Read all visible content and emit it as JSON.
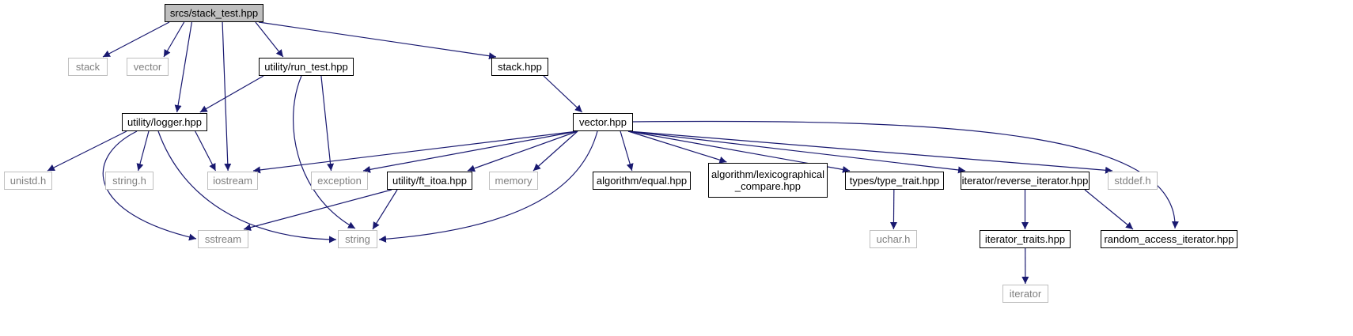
{
  "graph": {
    "colors": {
      "edge": "#191970",
      "root_fill": "#bfbfbf",
      "sys_border": "#bfbfbf",
      "sys_text": "#7f7f7f"
    },
    "nodes": [
      {
        "id": "stack_test",
        "label": "srcs/stack_test.hpp",
        "kind": "root"
      },
      {
        "id": "stack",
        "label": "stack",
        "kind": "sys"
      },
      {
        "id": "vector_std",
        "label": "vector",
        "kind": "sys"
      },
      {
        "id": "run_test",
        "label": "utility/run_test.hpp",
        "kind": "proj"
      },
      {
        "id": "stack_hpp",
        "label": "stack.hpp",
        "kind": "proj"
      },
      {
        "id": "logger",
        "label": "utility/logger.hpp",
        "kind": "proj"
      },
      {
        "id": "vector_hpp",
        "label": "vector.hpp",
        "kind": "proj"
      },
      {
        "id": "unistd",
        "label": "unistd.h",
        "kind": "sys"
      },
      {
        "id": "string_h",
        "label": "string.h",
        "kind": "sys"
      },
      {
        "id": "iostream",
        "label": "iostream",
        "kind": "sys"
      },
      {
        "id": "exception",
        "label": "exception",
        "kind": "sys"
      },
      {
        "id": "ft_itoa",
        "label": "utility/ft_itoa.hpp",
        "kind": "proj"
      },
      {
        "id": "memory",
        "label": "memory",
        "kind": "sys"
      },
      {
        "id": "equal",
        "label": "algorithm/equal.hpp",
        "kind": "proj"
      },
      {
        "id": "lex",
        "label": "algorithm/lexicographical\n_compare.hpp",
        "kind": "proj"
      },
      {
        "id": "type_trait",
        "label": "types/type_trait.hpp",
        "kind": "proj"
      },
      {
        "id": "rev_it",
        "label": "iterator/reverse_iterator.hpp",
        "kind": "proj"
      },
      {
        "id": "stddef",
        "label": "stddef.h",
        "kind": "sys"
      },
      {
        "id": "sstream",
        "label": "sstream",
        "kind": "sys"
      },
      {
        "id": "string",
        "label": "string",
        "kind": "sys"
      },
      {
        "id": "uchar",
        "label": "uchar.h",
        "kind": "sys"
      },
      {
        "id": "it_traits",
        "label": "iterator_traits.hpp",
        "kind": "proj"
      },
      {
        "id": "rai",
        "label": "random_access_iterator.hpp",
        "kind": "proj"
      },
      {
        "id": "iterator",
        "label": "iterator",
        "kind": "sys"
      }
    ],
    "edges": [
      [
        "stack_test",
        "stack"
      ],
      [
        "stack_test",
        "vector_std"
      ],
      [
        "stack_test",
        "run_test"
      ],
      [
        "stack_test",
        "stack_hpp"
      ],
      [
        "stack_test",
        "logger"
      ],
      [
        "stack_test",
        "iostream"
      ],
      [
        "run_test",
        "logger"
      ],
      [
        "run_test",
        "exception"
      ],
      [
        "run_test",
        "string"
      ],
      [
        "stack_hpp",
        "vector_hpp"
      ],
      [
        "logger",
        "unistd"
      ],
      [
        "logger",
        "string_h"
      ],
      [
        "logger",
        "iostream"
      ],
      [
        "logger",
        "sstream"
      ],
      [
        "logger",
        "string"
      ],
      [
        "vector_hpp",
        "iostream"
      ],
      [
        "vector_hpp",
        "exception"
      ],
      [
        "vector_hpp",
        "ft_itoa"
      ],
      [
        "vector_hpp",
        "memory"
      ],
      [
        "vector_hpp",
        "equal"
      ],
      [
        "vector_hpp",
        "lex"
      ],
      [
        "vector_hpp",
        "type_trait"
      ],
      [
        "vector_hpp",
        "rev_it"
      ],
      [
        "vector_hpp",
        "stddef"
      ],
      [
        "vector_hpp",
        "rai"
      ],
      [
        "vector_hpp",
        "string"
      ],
      [
        "ft_itoa",
        "sstream"
      ],
      [
        "ft_itoa",
        "string"
      ],
      [
        "type_trait",
        "uchar"
      ],
      [
        "rev_it",
        "it_traits"
      ],
      [
        "rev_it",
        "rai"
      ],
      [
        "it_traits",
        "iterator"
      ]
    ]
  }
}
